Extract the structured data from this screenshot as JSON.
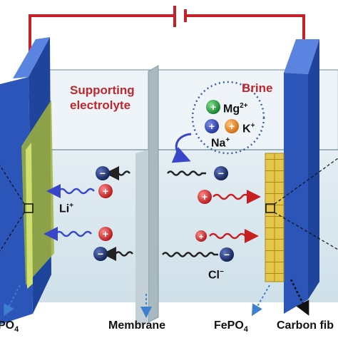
{
  "labels": {
    "supporting_electrolyte": "Supporting electrolyte",
    "brine": "Brine",
    "mg": "Mg",
    "mg_charge": "2+",
    "k": "K",
    "k_charge": "+",
    "na": "Na",
    "na_charge": "+",
    "li": "Li",
    "li_charge": "+",
    "cl": "Cl",
    "cl_charge": "−"
  },
  "bottom_labels": {
    "left_main": "PO",
    "left_sub": "4",
    "membrane": "Membrane",
    "right_main": "FePO",
    "right_sub": "4",
    "carbon": "Carbon fib"
  },
  "ion_signs": {
    "positive": "+",
    "negative": "−"
  },
  "colors": {
    "wire": "#c8202a",
    "electrode": "#2b55b8",
    "electrode_top": "#5b84e0",
    "tank_water": "#d6e6ee",
    "lifepo4_layer": "#a0b23a",
    "fepo4_layer": "#e4c84a",
    "membrane": "#9fb0b8",
    "cation": "#d42a2a",
    "anion": "#1c2f6e",
    "mg_ion": "#1f9a3a",
    "k_ion": "#e8891c",
    "na_ion": "#2a3fa8",
    "arrow_blue": "#3a46c9",
    "arrow_black": "#222222",
    "arrow_red": "#c82020",
    "pointer_blue": "#3f7fd0",
    "text_red": "#c0272d"
  }
}
